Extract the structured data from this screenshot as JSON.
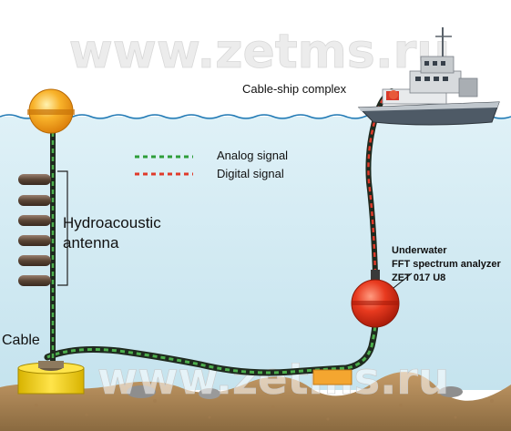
{
  "watermark": {
    "text_top": "www.zetms.ru",
    "text_bottom": "www.zetms.ru"
  },
  "labels": {
    "ship": "Cable-ship complex",
    "hydro_line1": "Hydroacoustic",
    "hydro_line2": "antenna",
    "cable": "Cable",
    "analyzer_line1": "Underwater",
    "analyzer_line2": "FFT spectrum analyzer",
    "analyzer_line3": "ZET 017 U8"
  },
  "legend": {
    "analog": {
      "label": "Analog signal",
      "color": "#2e9e3a"
    },
    "digital": {
      "label": "Digital signal",
      "color": "#e03a2a"
    }
  },
  "colors": {
    "sea": "#d4ebf3",
    "seabed": "#b08a5a",
    "buoy": "#f6a21c",
    "analyzer_sphere": "#e3341f",
    "cable_dark": "#1f2a1f"
  },
  "icons": {
    "ship": "ship-icon",
    "surface_buoy": "buoy-icon",
    "hydrophone": "hydrophone-icon",
    "analyzer": "analyzer-sphere-icon",
    "anchor": "anchor-base-icon"
  }
}
